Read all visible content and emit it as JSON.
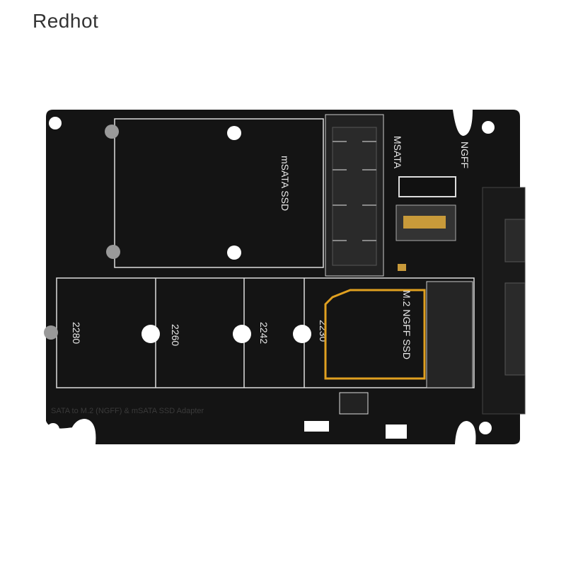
{
  "watermark": "Redhot",
  "board": {
    "msata_label": "mSATA SSD",
    "m2_label": "M.2 NGFF SSD",
    "ngff_label": "NGFF",
    "msata_switch_label": "MSATA",
    "lengths": [
      "2280",
      "2260",
      "2242",
      "2230"
    ],
    "bottom_text": "SATA to M.2 (NGFF) & mSATA SSD Adapter",
    "pcb_color": "#111111",
    "silk_color": "#e8e8e8"
  }
}
